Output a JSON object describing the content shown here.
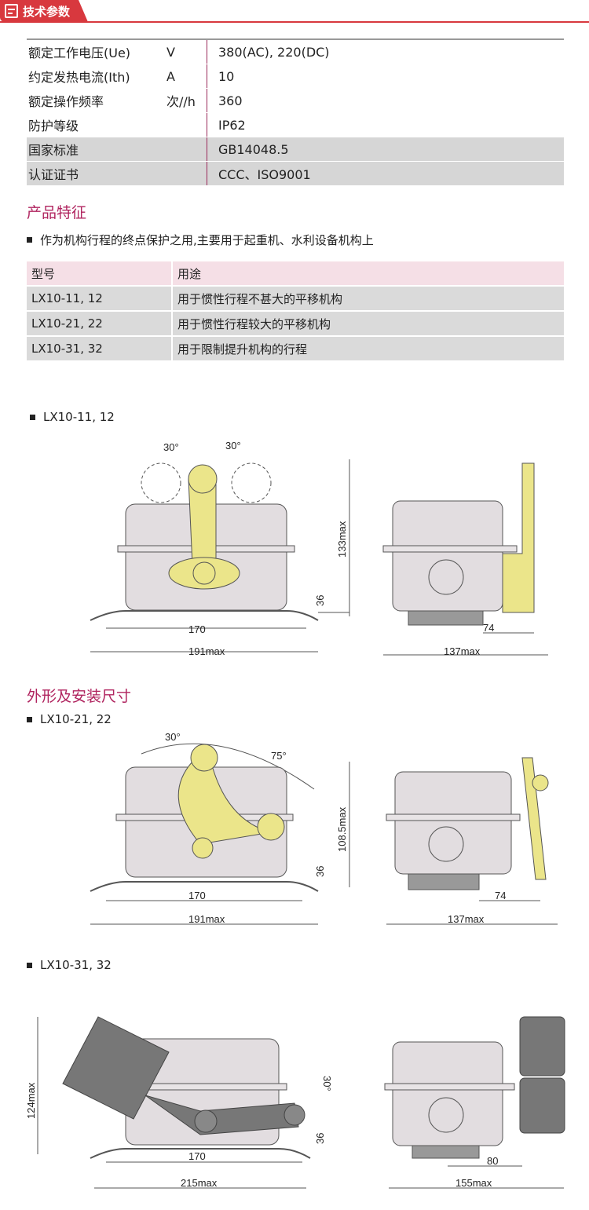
{
  "header": {
    "tab_title": "技术参数"
  },
  "specs": [
    {
      "name": "额定工作电压(Ue)",
      "unit": "V",
      "value": "380(AC), 220(DC)"
    },
    {
      "name": "约定发热电流(Ith)",
      "unit": "A",
      "value": "10"
    },
    {
      "name": "额定操作频率",
      "unit": "次//h",
      "value": "360"
    },
    {
      "name": "防护等级",
      "unit": "",
      "value": "IP62"
    },
    {
      "name": "国家标准",
      "unit": "",
      "value": "GB14048.5"
    },
    {
      "name": "认证证书",
      "unit": "",
      "value": "CCC、ISO9001"
    }
  ],
  "features": {
    "title": "产品特征",
    "bullet": "作为机构行程的终点保护之用,主要用于起重机、水利设备机构上",
    "table": {
      "headers": [
        "型号",
        "用途"
      ],
      "rows": [
        [
          "LX10-11, 12",
          "用于惯性行程不甚大的平移机构"
        ],
        [
          "LX10-21, 22",
          "用于惯性行程较大的平移机构"
        ],
        [
          "LX10-31, 32",
          "用于限制提升机构的行程"
        ]
      ]
    }
  },
  "dimensions": {
    "title": "外形及安装尺寸",
    "models": [
      {
        "label": "LX10-11, 12",
        "angle_left": "30°",
        "angle_right": "30°",
        "height": "133max",
        "base_h": "36",
        "mount": "170",
        "width": "191max",
        "side_offset": "74",
        "depth": "137max"
      },
      {
        "label": "LX10-21, 22",
        "angle_left": "30°",
        "angle_right": "75°",
        "height": "108.5max",
        "base_h": "36",
        "mount": "170",
        "width": "191max",
        "side_offset": "74",
        "depth": "137max"
      },
      {
        "label": "LX10-31, 32",
        "angle_left": "30°",
        "height": "124max",
        "base_h": "36",
        "mount": "170",
        "width": "215max",
        "side_offset": "80",
        "depth": "155max"
      }
    ]
  },
  "colors": {
    "accent": "#d8383e",
    "title": "#b0245f",
    "lever": "#ebe58a",
    "body": "#e2dde0"
  }
}
